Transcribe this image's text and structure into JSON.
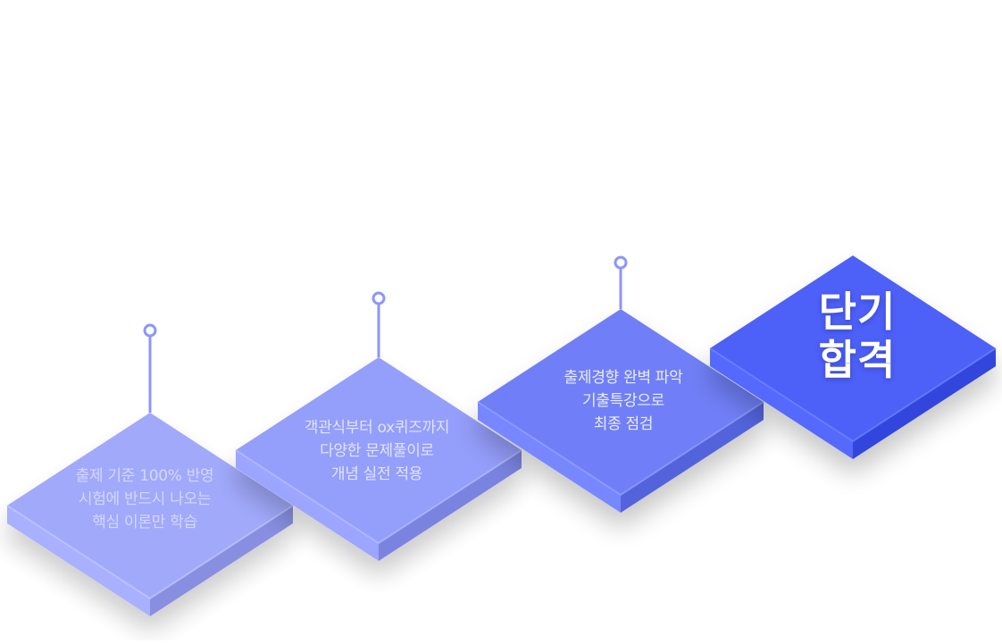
{
  "colors": {
    "step1": "#9aa2fb",
    "step2": "#8f99fb",
    "step3": "#6f7ff7",
    "goal": "#4d61f8",
    "connector": "#8c95fb"
  },
  "steps": [
    {
      "lines": [
        "출제 기준 100% 반영",
        "시험에 반드시 나오는",
        "핵심 이론만 학습"
      ]
    },
    {
      "lines": [
        "객관식부터 ox퀴즈까지",
        "다양한 문제풀이로",
        "개념 실전 적용"
      ]
    },
    {
      "lines": [
        "출제경향 완벽 파악",
        "기출특강으로",
        "최종 점검"
      ]
    }
  ],
  "goal": {
    "lines": [
      "단기",
      "합격"
    ]
  }
}
